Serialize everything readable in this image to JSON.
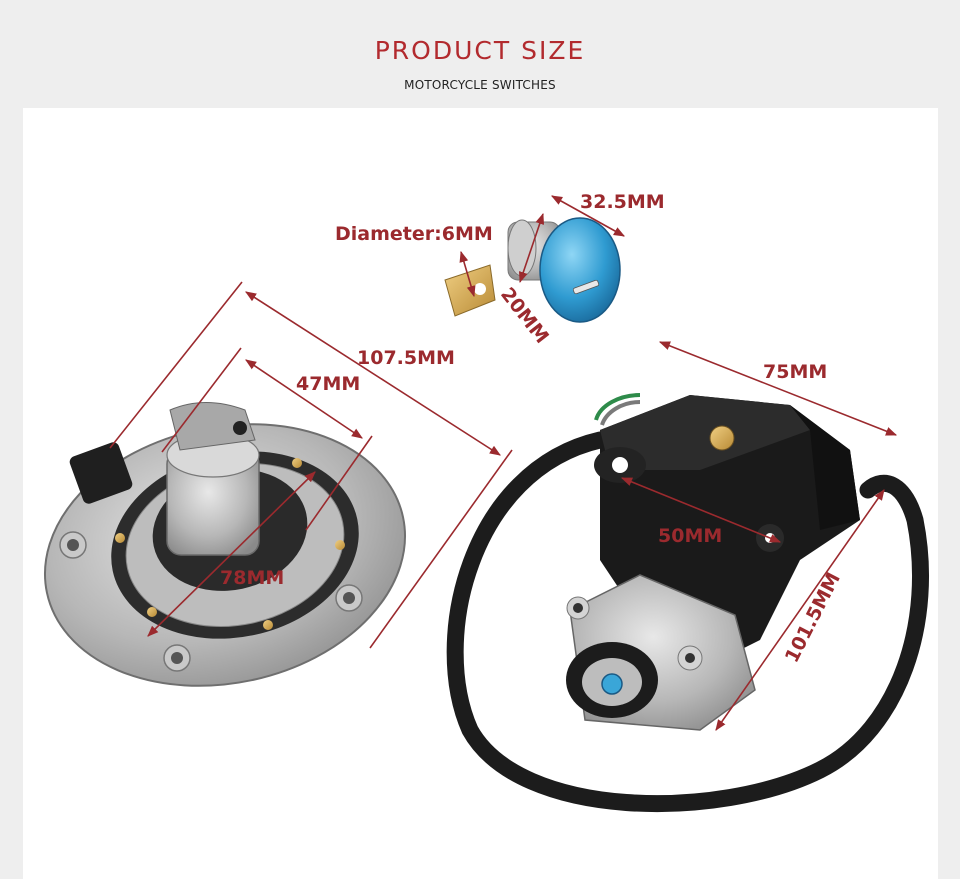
{
  "header": {
    "title": "PRODUCT SIZE",
    "subtitle": "MOTORCYCLE SWITCHES"
  },
  "dimensions": {
    "cap_outer": "107.5MM",
    "cap_inner": "47MM",
    "cap_ring": "78MM",
    "lock_length": "32.5MM",
    "lock_diameter": "Diameter:6MM",
    "lock_height": "20MM",
    "switch_width": "75MM",
    "switch_mount": "50MM",
    "switch_height": "101.5MM"
  },
  "colors": {
    "title": "#b22a2e",
    "dimension": "#9b2a2e",
    "background": "#eeeeee",
    "panel": "#ffffff"
  }
}
